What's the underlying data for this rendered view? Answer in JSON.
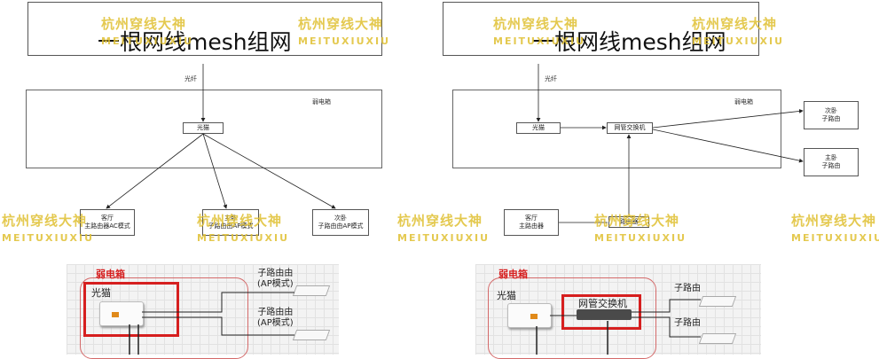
{
  "left": {
    "title": "一根网线mesh组网",
    "fiber": "光纤",
    "weak_box": "弱电箱",
    "modem": "光猫",
    "living": "客厅\n主路由器AC模式",
    "master": "主卧\n子路由由AP模式",
    "second": "次卧\n子路由由AP模式",
    "photo": {
      "weak_box": "弱电箱",
      "modem": "光猫",
      "sub1": "子路由由\n(AP模式)",
      "sub2": "子路由由\n(AP模式)"
    }
  },
  "right": {
    "title": "一根网线mesh组网",
    "fiber": "光纤",
    "weak_box": "弱电箱",
    "modem": "光猫",
    "switch": "网管交换机",
    "second": "次卧\n子路由",
    "master": "主卧\n子路由",
    "living": "客厅\n主路由器",
    "router": "路由器",
    "photo": {
      "weak_box": "弱电箱",
      "modem": "光猫",
      "switch": "网管交换机",
      "sub1": "子路由",
      "sub2": "子路由"
    }
  },
  "watermark": {
    "cn": "杭州穿线大神",
    "en": "MEITUXIUXIU"
  }
}
